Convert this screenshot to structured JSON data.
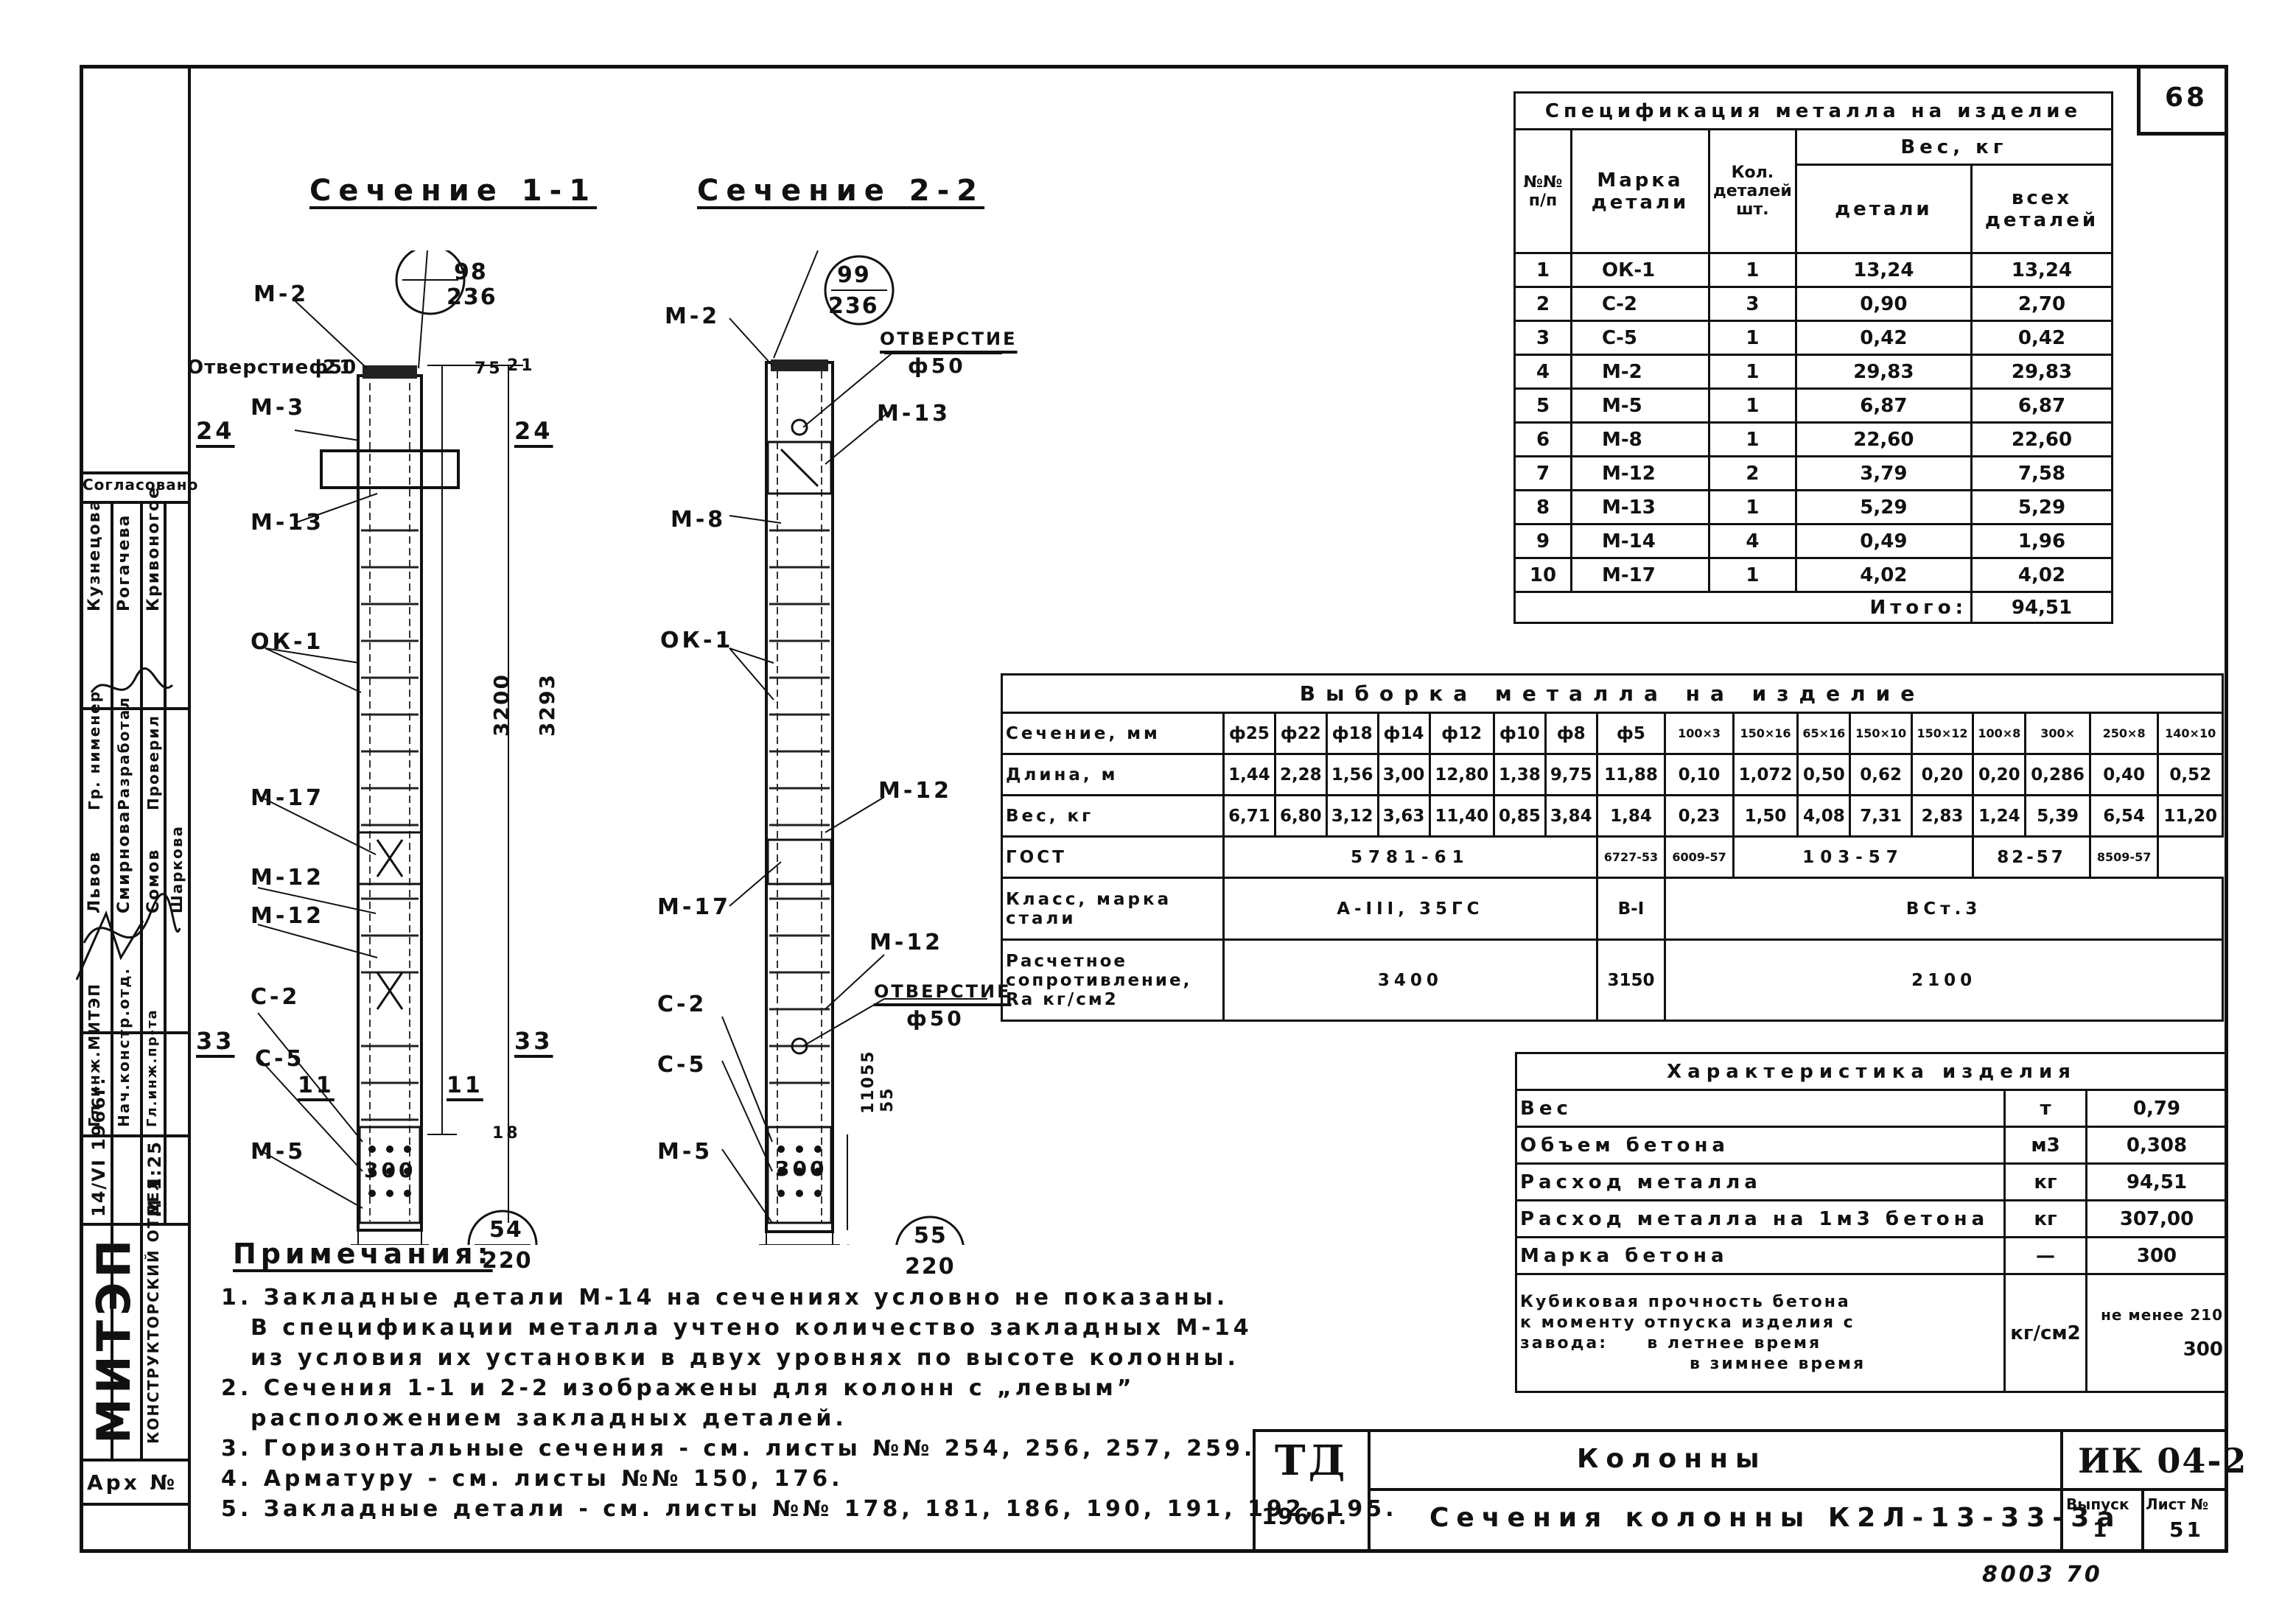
{
  "page_number": "68",
  "left_strip": {
    "approved": "Согласовано",
    "approvers": [
      "Кузнецова",
      "Рогачева",
      "Кривоногое"
    ],
    "roles": [
      "Гр. нименер",
      "Разработал",
      "Проверил"
    ],
    "names": [
      "Львов",
      "Смирнова",
      "Сомов",
      "Шаркова"
    ],
    "titles": [
      "Гл.инж.МИТЭП",
      "Нач.констр.отд.",
      "Гл.инж.пр-та"
    ],
    "date": "14/VI 1966г.",
    "scale": "М 1:25",
    "org": "МИТЭП",
    "dept": "КОНСТРУКТОРСКИЙ ОТДЕЛ",
    "arch": "Арх №"
  },
  "section1": {
    "title": "Сечение 1-1",
    "labels": {
      "m2": "М-2",
      "hole": "Отверстиеф50",
      "hole_dim": "21",
      "m3": "М-3",
      "m13": "М-13",
      "ok1": "ОК-1",
      "m17": "М-17",
      "m12a": "М-12",
      "m12b": "М-12",
      "c2": "С-2",
      "c5": "С-5",
      "m5": "М-5",
      "n24l": "24",
      "n24r": "24",
      "n33l": "33",
      "n33r": "33",
      "n11l": "11",
      "n11r": "11",
      "dim3200": "3200",
      "dim3293": "3293",
      "dim300": "300",
      "dim75": "75",
      "dim21": "21",
      "dim18": "18"
    },
    "circle_top": {
      "num": "98",
      "den": "236"
    },
    "circle_bottom": {
      "num": "54",
      "den": "220"
    }
  },
  "section2": {
    "title": "Сечение 2-2",
    "labels": {
      "m2": "М-2",
      "hole_top": "ОТВЕРСТИЕ",
      "hole_top_d": "ф50",
      "m13": "М-13",
      "m8": "М-8",
      "ok1": "ОК-1",
      "m12a": "М-12",
      "m17": "М-17",
      "m12b": "М-12",
      "hole_bot": "ОТВЕРСТИЕ",
      "hole_bot_d": "ф50",
      "c2": "С-2",
      "c5": "С-5",
      "m5": "М-5",
      "dim300": "300",
      "dim110": "110",
      "dim55a": "55",
      "dim55b": "55"
    },
    "circle_top": {
      "num": "99",
      "den": "236"
    },
    "circle_bottom": {
      "num": "55",
      "den": "220"
    }
  },
  "spec_table": {
    "title": "Спецификация металла на изделие",
    "headers": [
      "№№ п/п",
      "Марка детали",
      "Кол. деталей шт.",
      "Вес, кг",
      "детали",
      "всех деталей"
    ],
    "rows": [
      [
        "1",
        "ОК-1",
        "1",
        "13,24",
        "13,24"
      ],
      [
        "2",
        "С-2",
        "3",
        "0,90",
        "2,70"
      ],
      [
        "3",
        "С-5",
        "1",
        "0,42",
        "0,42"
      ],
      [
        "4",
        "М-2",
        "1",
        "29,83",
        "29,83"
      ],
      [
        "5",
        "М-5",
        "1",
        "6,87",
        "6,87"
      ],
      [
        "6",
        "М-8",
        "1",
        "22,60",
        "22,60"
      ],
      [
        "7",
        "М-12",
        "2",
        "3,79",
        "7,58"
      ],
      [
        "8",
        "М-13",
        "1",
        "5,29",
        "5,29"
      ],
      [
        "9",
        "М-14",
        "4",
        "0,49",
        "1,96"
      ],
      [
        "10",
        "М-17",
        "1",
        "4,02",
        "4,02"
      ]
    ],
    "total_label": "Итого:",
    "total_value": "94,51"
  },
  "metal_table": {
    "title": "Выборка металла на изделие",
    "row_labels": [
      "Сечение, мм",
      "Длина, м",
      "Вес, кг",
      "ГОСТ",
      "Класс, марка стали",
      "Расчетное сопротивление, Rа кг/см2"
    ],
    "sections": [
      "ф25",
      "ф22",
      "ф18",
      "ф14",
      "ф12",
      "ф10",
      "ф8",
      "ф5",
      "100×3",
      "150×16",
      "65×16",
      "150×10",
      "150×12",
      "100×8",
      "300×",
      "250×8",
      "140×10"
    ],
    "lengths": [
      "1,44",
      "2,28",
      "1,56",
      "3,00",
      "12,80",
      "1,38",
      "9,75",
      "11,88",
      "0,10",
      "1,072",
      "0,50",
      "0,62",
      "0,20",
      "0,20",
      "0,286",
      "0,40",
      "0,52"
    ],
    "weights": [
      "6,71",
      "6,80",
      "3,12",
      "3,63",
      "11,40",
      "0,85",
      "3,84",
      "1,84",
      "0,23",
      "1,50",
      "4,08",
      "7,31",
      "2,83",
      "1,24",
      "5,39",
      "6,54",
      "11,20"
    ],
    "gost": [
      "5781-61",
      "6727-53",
      "6009-57",
      "103-57",
      "82-57",
      "8509-57"
    ],
    "steel": [
      "А-III, 35ГС",
      "В-I",
      "ВСт.3"
    ],
    "resistance": [
      "3400",
      "3150",
      "2100"
    ]
  },
  "char_table": {
    "title": "Характеристика изделия",
    "rows": [
      [
        "Вес",
        "т",
        "0,79"
      ],
      [
        "Объем бетона",
        "м3",
        "0,308"
      ],
      [
        "Расход металла",
        "кг",
        "94,51"
      ],
      [
        "Расход металла на 1м3 бетона",
        "кг",
        "307,00"
      ],
      [
        "Марка бетона",
        "—",
        "300"
      ]
    ],
    "strength_label": [
      "Кубиковая прочность бетона",
      "к моменту отпуска изделия с",
      "завода:",
      "в летнее время",
      "в зимнее время"
    ],
    "strength_unit": "кг/см2",
    "strength_summer": "не менее 210",
    "strength_winter": "300"
  },
  "notes": {
    "title": "Примечания:",
    "items": [
      "1. Закладные детали М-14 на сечениях условно не показаны.",
      "В спецификации металла учтено количество закладных М-14",
      "из условия их установки в двух уровнях по высоте колонны.",
      "2. Сечения 1-1 и 2-2 изображены для колонн с „левым”",
      "расположением закладных деталей.",
      "3. Горизонтальные сечения - см. листы №№ 254, 256, 257, 259.",
      "4. Арматуру - см. листы №№ 150, 176.",
      "5. Закладные детали - см. листы №№ 178, 181, 186, 190, 191, 192, 195."
    ]
  },
  "title_block": {
    "td": "ТД",
    "year": "1966г.",
    "name": "Колонны",
    "subtitle": "Сечения колонны К2Л-13-33-3а",
    "code": "ИК 04-2",
    "issue_label": "Выпуск",
    "issue": "1",
    "sheet_label": "Лист №",
    "sheet": "51"
  },
  "footer_mark": "8003   70"
}
